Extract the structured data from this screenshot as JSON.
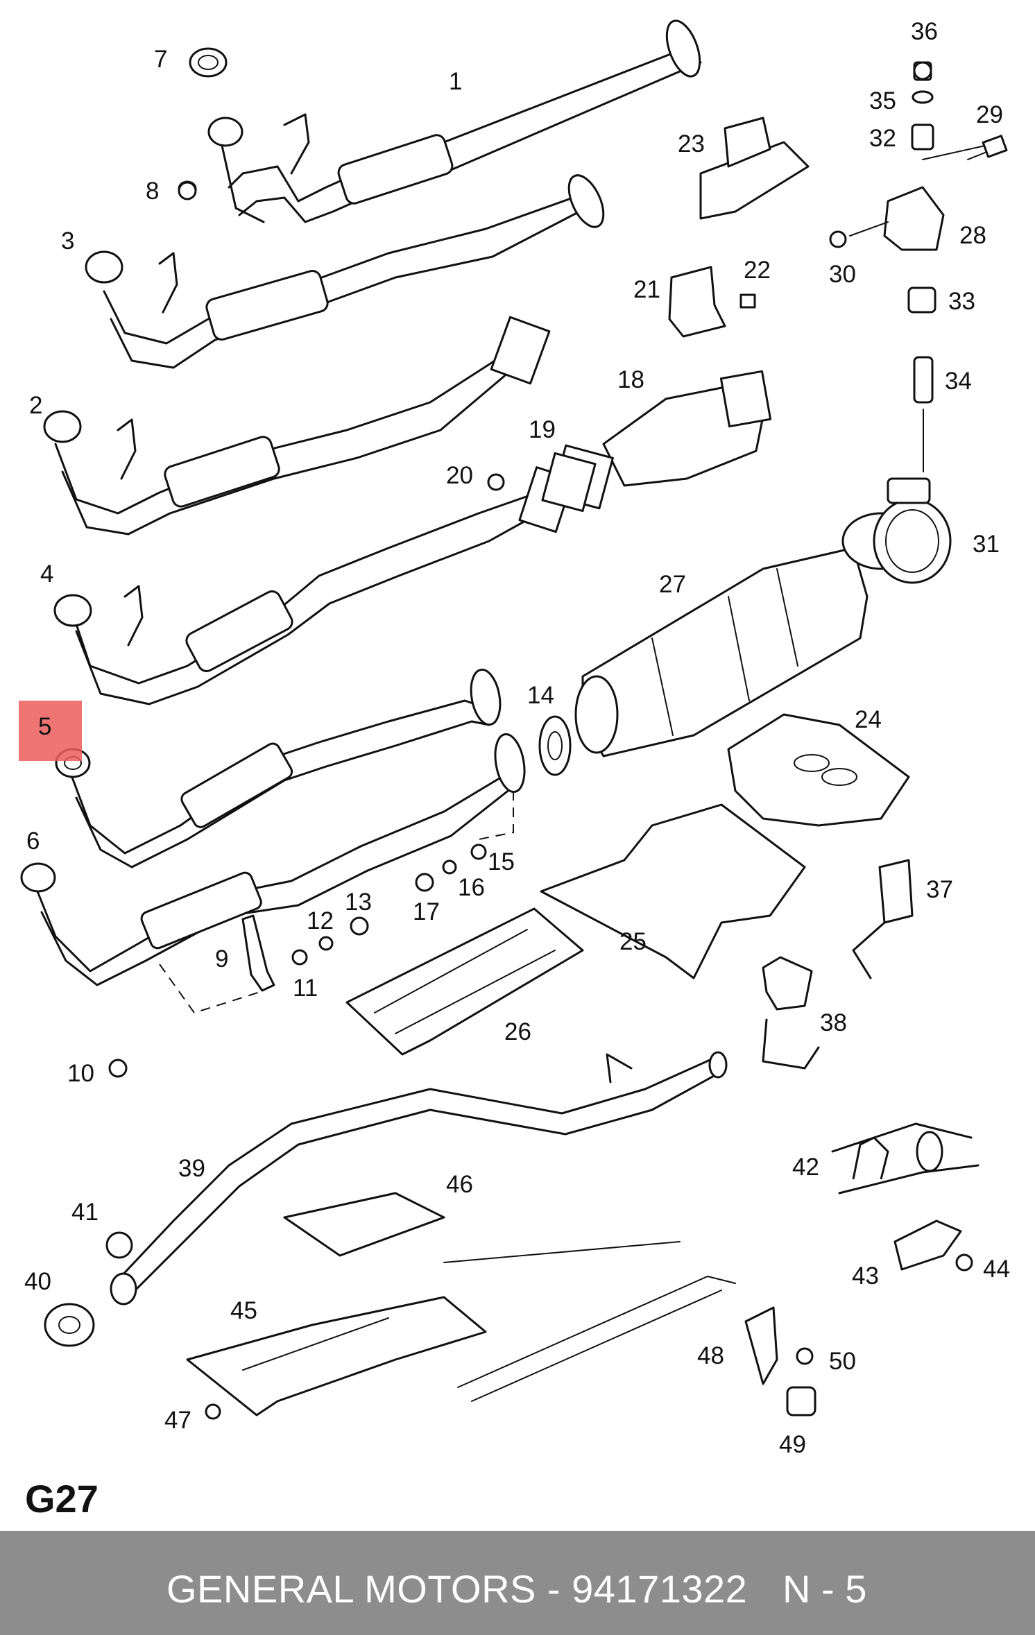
{
  "diagram": {
    "page_code": "G27",
    "highlighted_callout": "5",
    "highlight_color": "#ec5c5c",
    "callouts": {
      "c1": "1",
      "c2": "2",
      "c3": "3",
      "c4": "4",
      "c5": "5",
      "c6": "6",
      "c7": "7",
      "c8": "8",
      "c9": "9",
      "c10": "10",
      "c11": "11",
      "c12": "12",
      "c13": "13",
      "c14": "14",
      "c15": "15",
      "c16": "16",
      "c17": "17",
      "c18": "18",
      "c19": "19",
      "c20": "20",
      "c21": "21",
      "c22": "22",
      "c23": "23",
      "c24": "24",
      "c25": "25",
      "c26": "26",
      "c27": "27",
      "c28": "28",
      "c29": "29",
      "c30": "30",
      "c31": "31",
      "c32": "32",
      "c33": "33",
      "c34": "34",
      "c35": "35",
      "c36": "36",
      "c37": "37",
      "c38": "38",
      "c39": "39",
      "c40": "40",
      "c41": "41",
      "c42": "42",
      "c43": "43",
      "c44": "44",
      "c45": "45",
      "c46": "46",
      "c47": "47",
      "c48": "48",
      "c49": "49",
      "c50": "50"
    }
  },
  "footer": {
    "text": "GENERAL MOTORS - 94171322",
    "ref": "N - 5",
    "background": "#8d8d8d"
  }
}
